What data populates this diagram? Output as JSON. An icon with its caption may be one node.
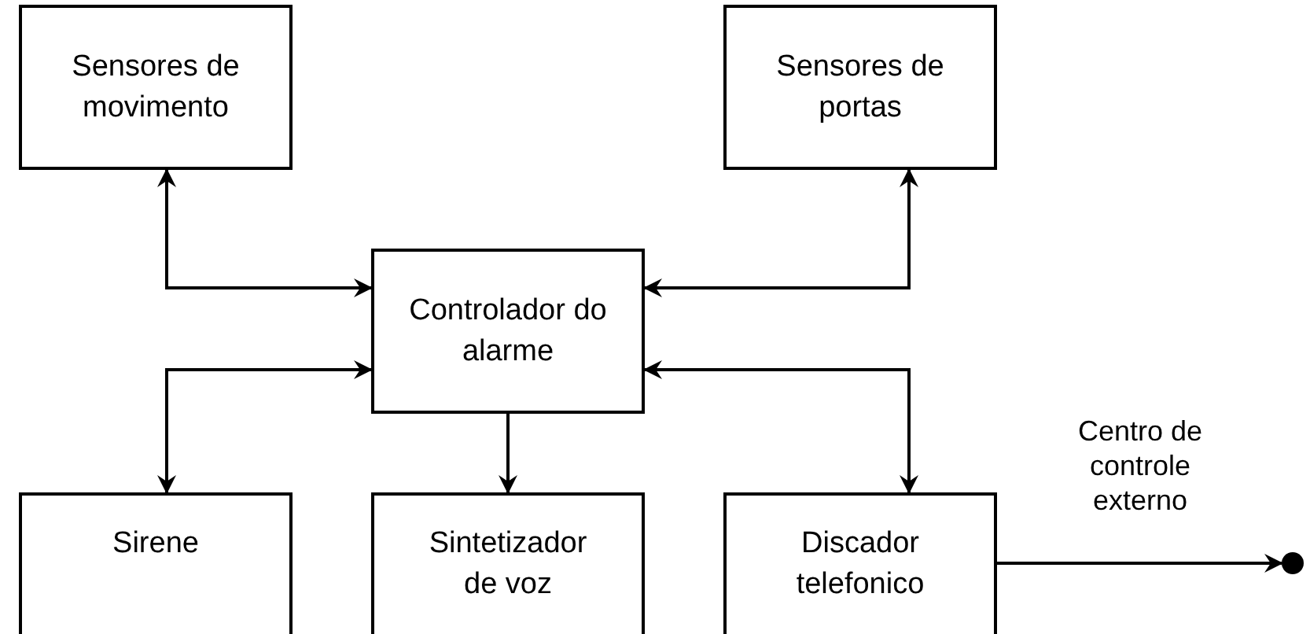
{
  "diagram": {
    "nodes": [
      {
        "text": [
          "Sensores de movimento"
        ]
      },
      {
        "text": [
          "Sensores de portas"
        ]
      },
      {
        "text": [
          "Controlador do alarme"
        ]
      },
      {
        "text": [
          "Sirene"
        ]
      },
      {
        "text": [
          "Sintetizador de voz"
        ]
      },
      {
        "text": [
          "Discador telefonico"
        ]
      },
      {
        "text": [],
        "shape": "circle",
        "beside": [
          "Centro de controle externo"
        ]
      }
    ],
    "edges": [
      {
        "from": 2,
        "to": 0,
        "arrow": "both"
      },
      {
        "from": 2,
        "to": 1,
        "arrow": "both"
      },
      {
        "from": 2,
        "to": 3,
        "arrow": "both"
      },
      {
        "from": 2,
        "to": 4,
        "arrow": "to"
      },
      {
        "from": 2,
        "to": 5,
        "arrow": "both"
      },
      {
        "from": 5,
        "to": 6,
        "arrow": "to"
      }
    ]
  }
}
